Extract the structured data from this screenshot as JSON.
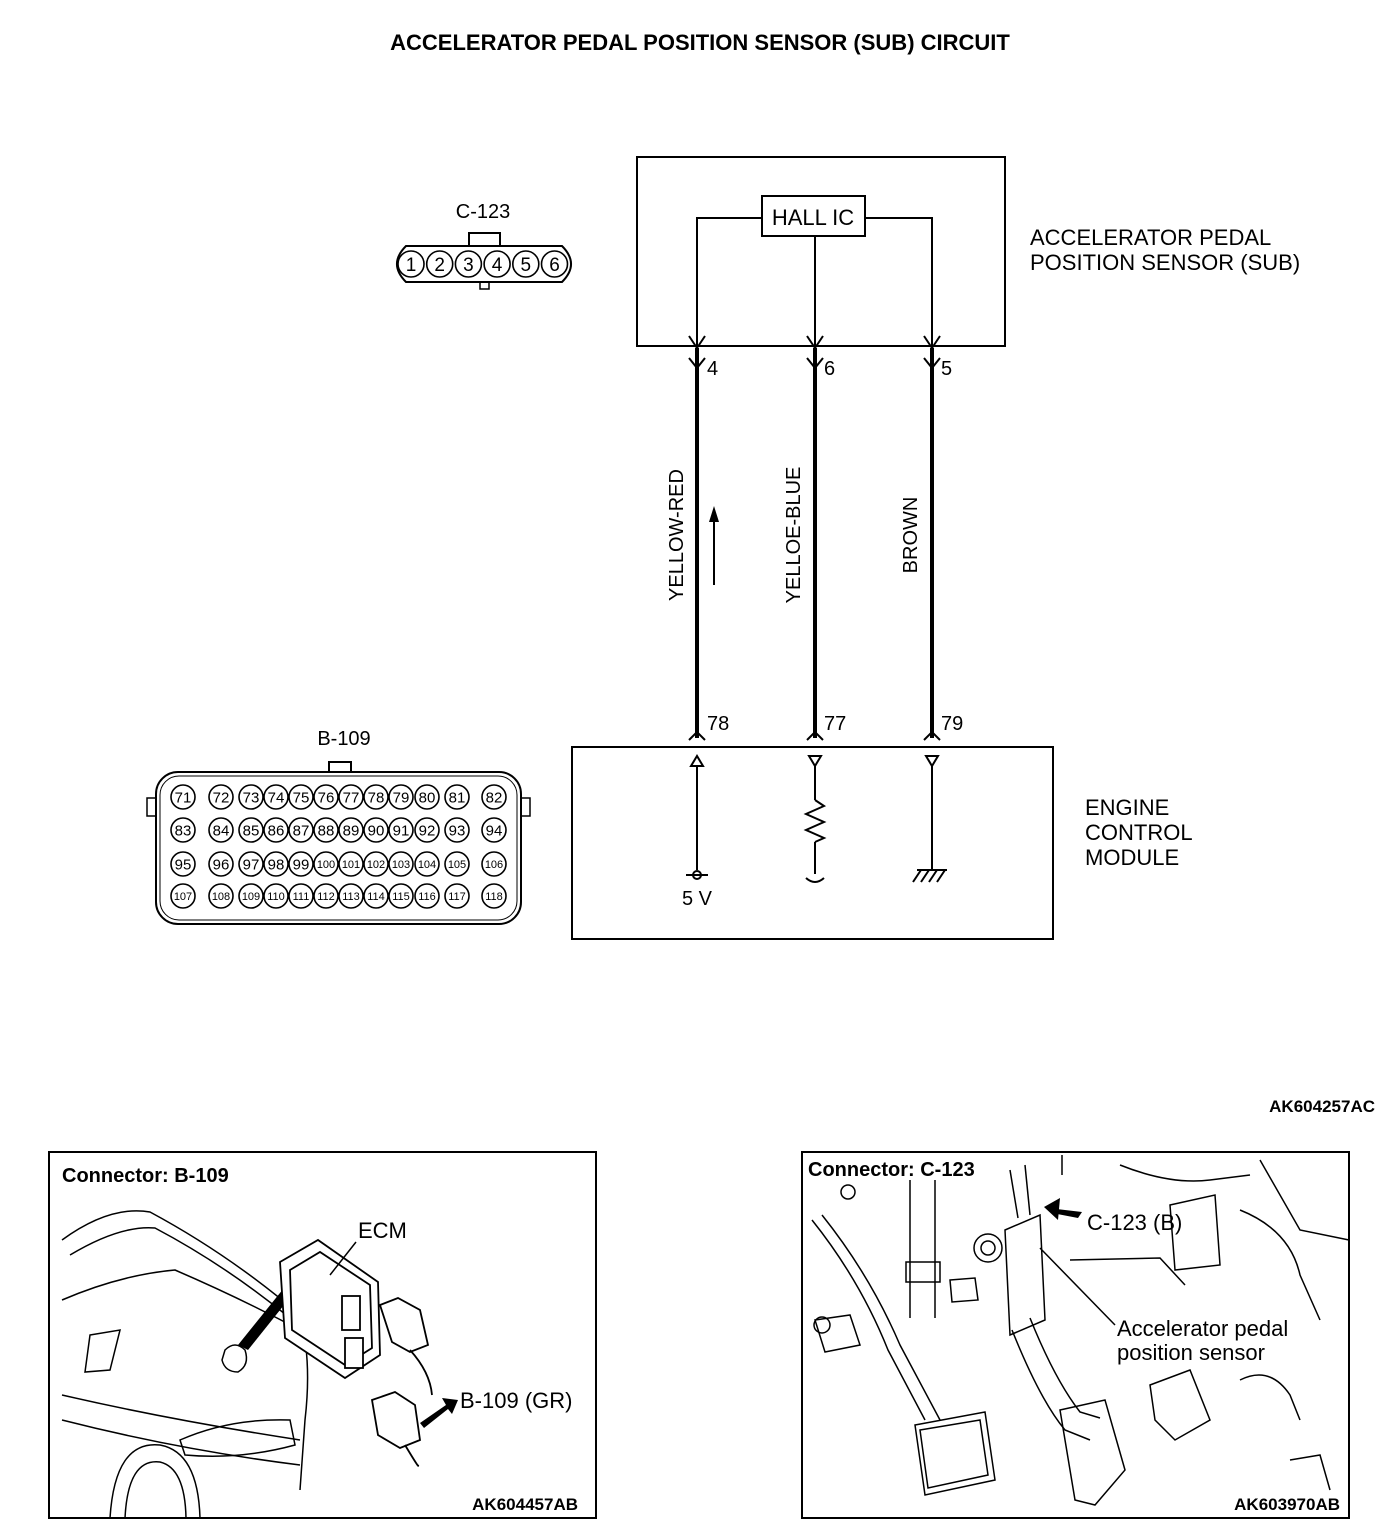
{
  "title": "ACCELERATOR PEDAL POSITION SENSOR (SUB) CIRCUIT",
  "sensor": {
    "label_line1": "ACCELERATOR PEDAL",
    "label_line2": "POSITION SENSOR (SUB)",
    "ic_label": "HALL IC"
  },
  "connector_c123": {
    "name": "C-123",
    "pins": [
      "1",
      "2",
      "3",
      "4",
      "5",
      "6"
    ]
  },
  "connector_b109": {
    "name": "B-109",
    "rows": [
      [
        "71",
        "72",
        "73",
        "74",
        "75",
        "76",
        "77",
        "78",
        "79",
        "80",
        "81",
        "82"
      ],
      [
        "83",
        "84",
        "85",
        "86",
        "87",
        "88",
        "89",
        "90",
        "91",
        "92",
        "93",
        "94"
      ],
      [
        "95",
        "96",
        "97",
        "98",
        "99",
        "100",
        "101",
        "102",
        "103",
        "104",
        "105",
        "106"
      ],
      [
        "107",
        "108",
        "109",
        "110",
        "111",
        "112",
        "113",
        "114",
        "115",
        "116",
        "117",
        "118"
      ]
    ]
  },
  "wires": [
    {
      "sensor_pin": "4",
      "ecm_pin": "78",
      "color": "YELLOW-RED"
    },
    {
      "sensor_pin": "6",
      "ecm_pin": "77",
      "color": "YELLOE-BLUE"
    },
    {
      "sensor_pin": "5",
      "ecm_pin": "79",
      "color": "BROWN"
    }
  ],
  "ecm": {
    "label_line1": "ENGINE",
    "label_line2": "CONTROL",
    "label_line3": "MODULE",
    "supply_label": "5 V"
  },
  "diagram_code": "AK604257AC",
  "panel_left": {
    "title": "Connector: B-109",
    "ecm_label": "ECM",
    "connector_label": "B-109 (GR)",
    "code": "AK604457AB"
  },
  "panel_right": {
    "title": "Connector: C-123",
    "connector_label": "C-123 (B)",
    "sensor_label_line1": "Accelerator pedal",
    "sensor_label_line2": "position sensor",
    "code": "AK603970AB"
  }
}
